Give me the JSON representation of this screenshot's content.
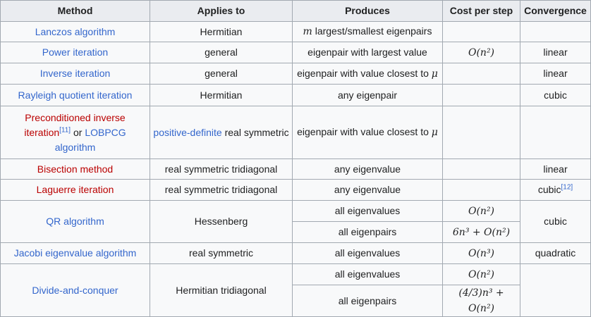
{
  "headers": {
    "method": "Method",
    "applies_to": "Applies to",
    "produces": "Produces",
    "cost": "Cost per step",
    "convergence": "Convergence"
  },
  "rows": {
    "lanczos": {
      "method": "Lanczos algorithm",
      "applies": "Hermitian",
      "produces_var": "m",
      "produces": "largest/smallest eigenpairs"
    },
    "power": {
      "method": "Power iteration",
      "applies": "general",
      "produces": "eigenpair with largest value",
      "cost": "O(n²)",
      "convergence": "linear"
    },
    "inverse": {
      "method": "Inverse iteration",
      "applies": "general",
      "produces": "eigenpair with value closest to",
      "produces_var": "μ",
      "convergence": "linear"
    },
    "rayleigh": {
      "method": "Rayleigh quotient iteration",
      "applies": "Hermitian",
      "produces": "any eigenpair",
      "convergence": "cubic"
    },
    "preconditioned": {
      "method_part1": "Preconditioned inverse iteration",
      "method_ref": "[11]",
      "method_or": "or",
      "method_part2": "LOBPCG algorithm",
      "applies_link": "positive-definite",
      "applies_rest": "real symmetric",
      "produces": "eigenpair with value closest to",
      "produces_var": "μ"
    },
    "bisection": {
      "method": "Bisection method",
      "applies": "real symmetric tridiagonal",
      "produces": "any eigenvalue",
      "convergence": "linear"
    },
    "laguerre": {
      "method": "Laguerre iteration",
      "applies": "real symmetric tridiagonal",
      "produces": "any eigenvalue",
      "convergence": "cubic",
      "convergence_ref": "[12]"
    },
    "qr": {
      "method": "QR algorithm",
      "applies": "Hessenberg",
      "produces_1": "all eigenvalues",
      "cost_1": "O(n²)",
      "produces_2": "all eigenpairs",
      "cost_2": "6n³ + O(n²)",
      "convergence": "cubic"
    },
    "jacobi": {
      "method": "Jacobi eigenvalue algorithm",
      "applies": "real symmetric",
      "produces": "all eigenvalues",
      "cost": "O(n³)",
      "convergence": "quadratic"
    },
    "divide": {
      "method": "Divide-and-conquer",
      "applies": "Hermitian tridiagonal",
      "produces_1": "all eigenvalues",
      "cost_1": "O(n²)",
      "produces_2": "all eigenpairs",
      "cost_2": "(4/3)n³ + O(n²)"
    }
  }
}
